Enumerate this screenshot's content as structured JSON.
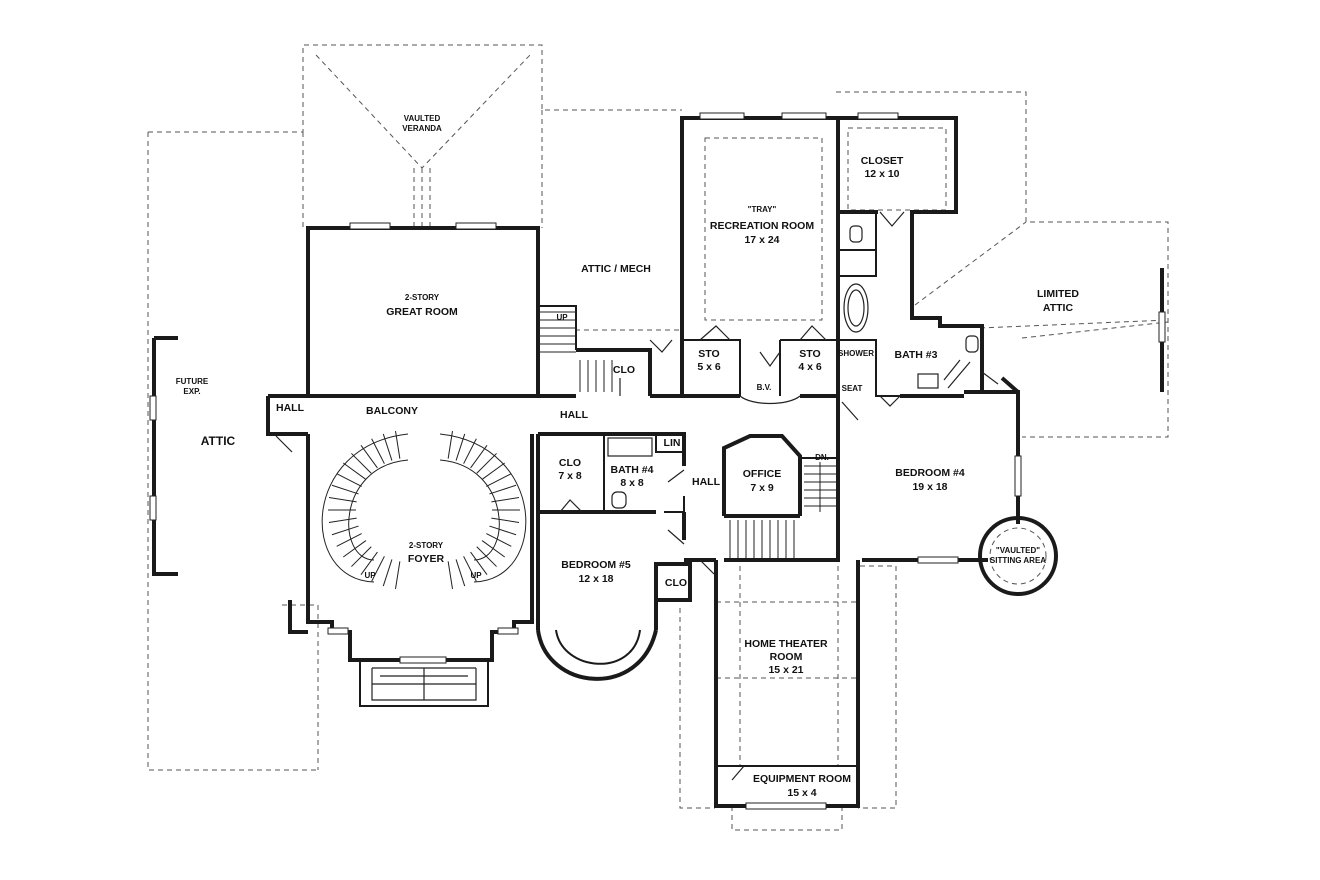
{
  "rooms": {
    "veranda": {
      "l1": "VAULTED",
      "l2": "VERANDA"
    },
    "great_room": {
      "l1": "2-STORY",
      "l2": "GREAT ROOM"
    },
    "attic_mech": {
      "l1": "ATTIC / MECH"
    },
    "recreation": {
      "l1": "\"TRAY\"",
      "l2": "RECREATION ROOM",
      "dim": "17 x 24"
    },
    "closet": {
      "l1": "CLOSET",
      "dim": "12 x 10"
    },
    "limited_attic": {
      "l1": "LIMITED",
      "l2": "ATTIC"
    },
    "future_exp": {
      "l1": "FUTURE",
      "l2": "EXP."
    },
    "attic": {
      "l1": "ATTIC"
    },
    "hall_left": {
      "l1": "HALL"
    },
    "balcony": {
      "l1": "BALCONY"
    },
    "hall_mid": {
      "l1": "HALL"
    },
    "sto1": {
      "l1": "STO",
      "dim": "5 x 6"
    },
    "sto2": {
      "l1": "STO",
      "dim": "4 x 6"
    },
    "shower": {
      "l1": "SHOWER"
    },
    "seat": {
      "l1": "SEAT"
    },
    "bath3": {
      "l1": "BATH #3"
    },
    "bv": {
      "l1": "B.V."
    },
    "clo_stair": {
      "l1": "CLO"
    },
    "clo1": {
      "l1": "CLO",
      "dim": "7 x 8"
    },
    "bath4": {
      "l1": "BATH #4",
      "dim": "8 x 8"
    },
    "lin": {
      "l1": "LIN"
    },
    "hall_small": {
      "l1": "HALL"
    },
    "office": {
      "l1": "OFFICE",
      "dim": "7 x 9"
    },
    "dn": {
      "l1": "DN."
    },
    "bedroom4": {
      "l1": "BEDROOM #4",
      "dim": "19 x 18"
    },
    "sitting": {
      "l1": "\"VAULTED\"",
      "l2": "SITTING AREA"
    },
    "foyer": {
      "l1": "2-STORY",
      "l2": "FOYER"
    },
    "up_left": {
      "l1": "UP"
    },
    "up_right": {
      "l1": "UP"
    },
    "up_small": {
      "l1": "UP"
    },
    "bedroom5": {
      "l1": "BEDROOM #5",
      "dim": "12 x 18"
    },
    "clo2": {
      "l1": "CLO"
    },
    "theater": {
      "l1": "HOME THEATER",
      "l2": "ROOM",
      "dim": "15 x 21"
    },
    "equipment": {
      "l1": "EQUIPMENT ROOM",
      "dim": "15 x 4"
    }
  }
}
